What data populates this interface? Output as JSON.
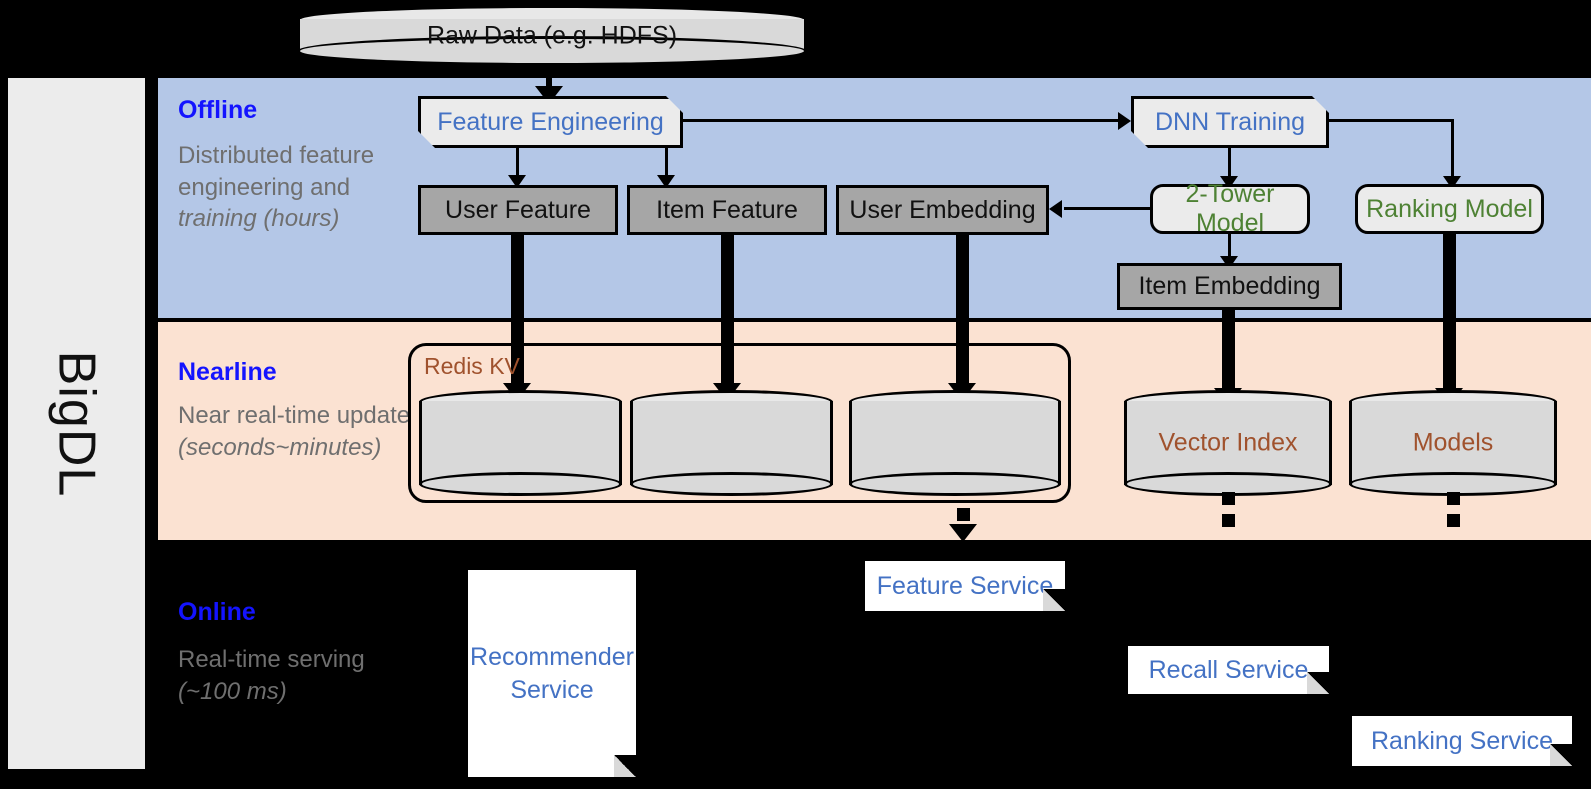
{
  "framework": {
    "name": "BigDL"
  },
  "colors": {
    "offline_band": "#b4c7e7",
    "nearline_band": "#fbe2d2",
    "online_band": "#000000",
    "band_title": "#1414ff",
    "band_sub": "#6f6f6f",
    "doc_text": "#4472c4",
    "model_text": "#4e8234",
    "redis_text": "#a0522d",
    "gray_box": "#a6a6a6",
    "rail": "#ececec"
  },
  "source": {
    "label": "Raw Data (e.g. HDFS)"
  },
  "bands": [
    {
      "id": "offline",
      "title": "Offline",
      "subtitle": "Distributed feature engineering and ",
      "subtitle_em": "training (hours)"
    },
    {
      "id": "nearline",
      "title": "Nearline",
      "subtitle": "Near real-time update ",
      "subtitle_em": "(seconds~minutes)"
    },
    {
      "id": "online",
      "title": "Online",
      "subtitle": "Real-time serving ",
      "subtitle_em": "(~100 ms)"
    }
  ],
  "offline": {
    "feature_engineering": "Feature Engineering",
    "dnn_training": "DNN Training",
    "user_feature": "User Feature",
    "item_feature": "Item Feature",
    "user_embedding": "User Embedding",
    "two_tower_model": "2-Tower Model",
    "ranking_model": "Ranking Model",
    "item_embedding": "Item Embedding"
  },
  "nearline": {
    "redis_kv": "Redis KV",
    "store_user_feature": "",
    "store_item_feature": "",
    "store_user_embedding": "",
    "vector_index": "Vector Index",
    "models": "Models"
  },
  "online": {
    "recommender_service": "Recommender Service",
    "feature_service": "Feature Service",
    "recall_service": "Recall Service",
    "ranking_service": "Ranking Service"
  }
}
